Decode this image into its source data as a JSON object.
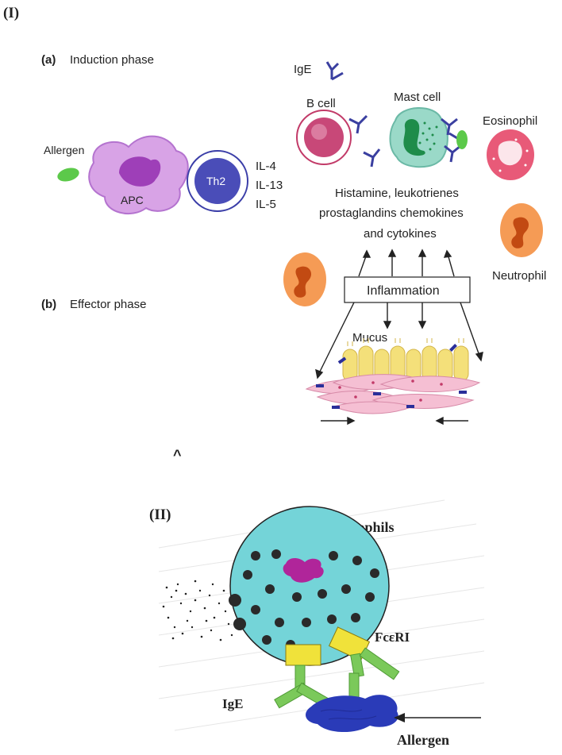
{
  "panel1": {
    "label": "(I)",
    "induction": {
      "letter": "(a)",
      "title": "Induction phase"
    },
    "effector": {
      "letter": "(b)",
      "title": "Effector phase"
    },
    "allergen": "Allergen",
    "apc": "APC",
    "th2": "Th2",
    "cytokines": [
      "IL-4",
      "IL-13",
      "IL-5"
    ],
    "ige": "IgE",
    "b_cell": "B cell",
    "mast_cell": "Mast cell",
    "eosinophil": "Eosinophil",
    "neutrophil": "Neutrophil",
    "mediators": [
      "Histamine, leukotrienes",
      "prostaglandins chemokines",
      "and cytokines"
    ],
    "inflammation": "Inflammation",
    "mucus": "Mucus",
    "caret": "^"
  },
  "panel2": {
    "label": "(II)",
    "title": "Mast cell/Basophils",
    "receptor": "FcεRI",
    "ige": "IgE",
    "allergen": "Allergen"
  },
  "colors": {
    "apc": "#c77ad6",
    "th2": "#3b3ea8",
    "b_cell": "#c23a68",
    "mast_cell_top": "#7fcfbf",
    "mast_cell_bottom": "#6fd6d6",
    "eosinophil": "#e85a78",
    "neutrophil": "#f08a3c",
    "ige_antibody": "#3a3fa0",
    "allergen": "#5cc94a",
    "receptor": "#f0e23a",
    "ige_green": "#7bc95a",
    "allergen_blob": "#2a3bb8",
    "nucleus": "#b0259a",
    "epithelium": "#f4e07a",
    "tissue": "#f3b9cf"
  }
}
